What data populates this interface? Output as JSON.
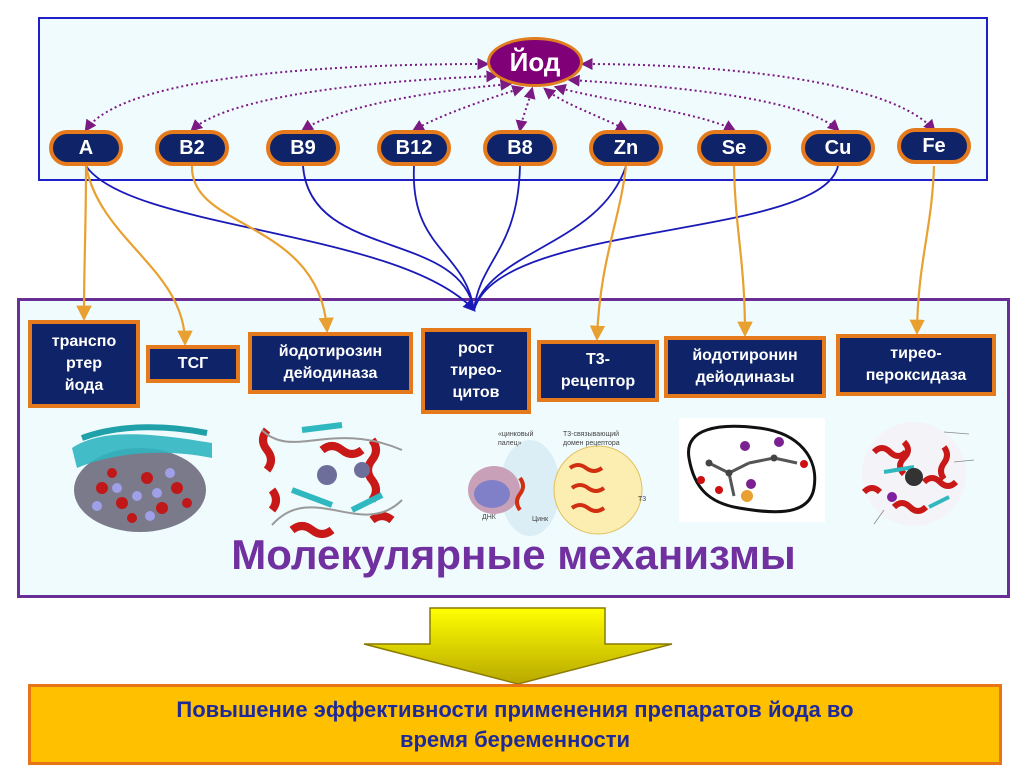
{
  "iodine": {
    "label": "Йод"
  },
  "nutrients": [
    "A",
    "B2",
    "B9",
    "B12",
    "B8",
    "Zn",
    "Se",
    "Cu",
    "Fe"
  ],
  "mechanisms": [
    "транспо\nртер\nйода",
    "ТСГ",
    "йодотирозин\nдейодиназа",
    "рост\nтирео-\nцитов",
    "Т3-\nрецептор",
    "йодотиронин\nдейодиназы",
    "тирео-\nпероксидаза"
  ],
  "image_labels": {
    "zinc_finger": "«цинковый\nпалец»",
    "t3_domain": "Т3-связывающий\nдомен рецептора",
    "dna": "ДНК",
    "zinc": "Цинк",
    "t3": "Т3"
  },
  "section_title": "Молекулярные механизмы",
  "result": "Повышение эффективности применения препаратов йода во\nвремя беременности",
  "colors": {
    "dotted_link": "#7a1a82",
    "blue_link": "#1a1ab8",
    "orange_link": "#e8a030",
    "node_fill": "#0f2468",
    "node_border": "#e57a1c",
    "arrow_top": "#ffff00",
    "arrow_bottom": "#b8a800"
  }
}
